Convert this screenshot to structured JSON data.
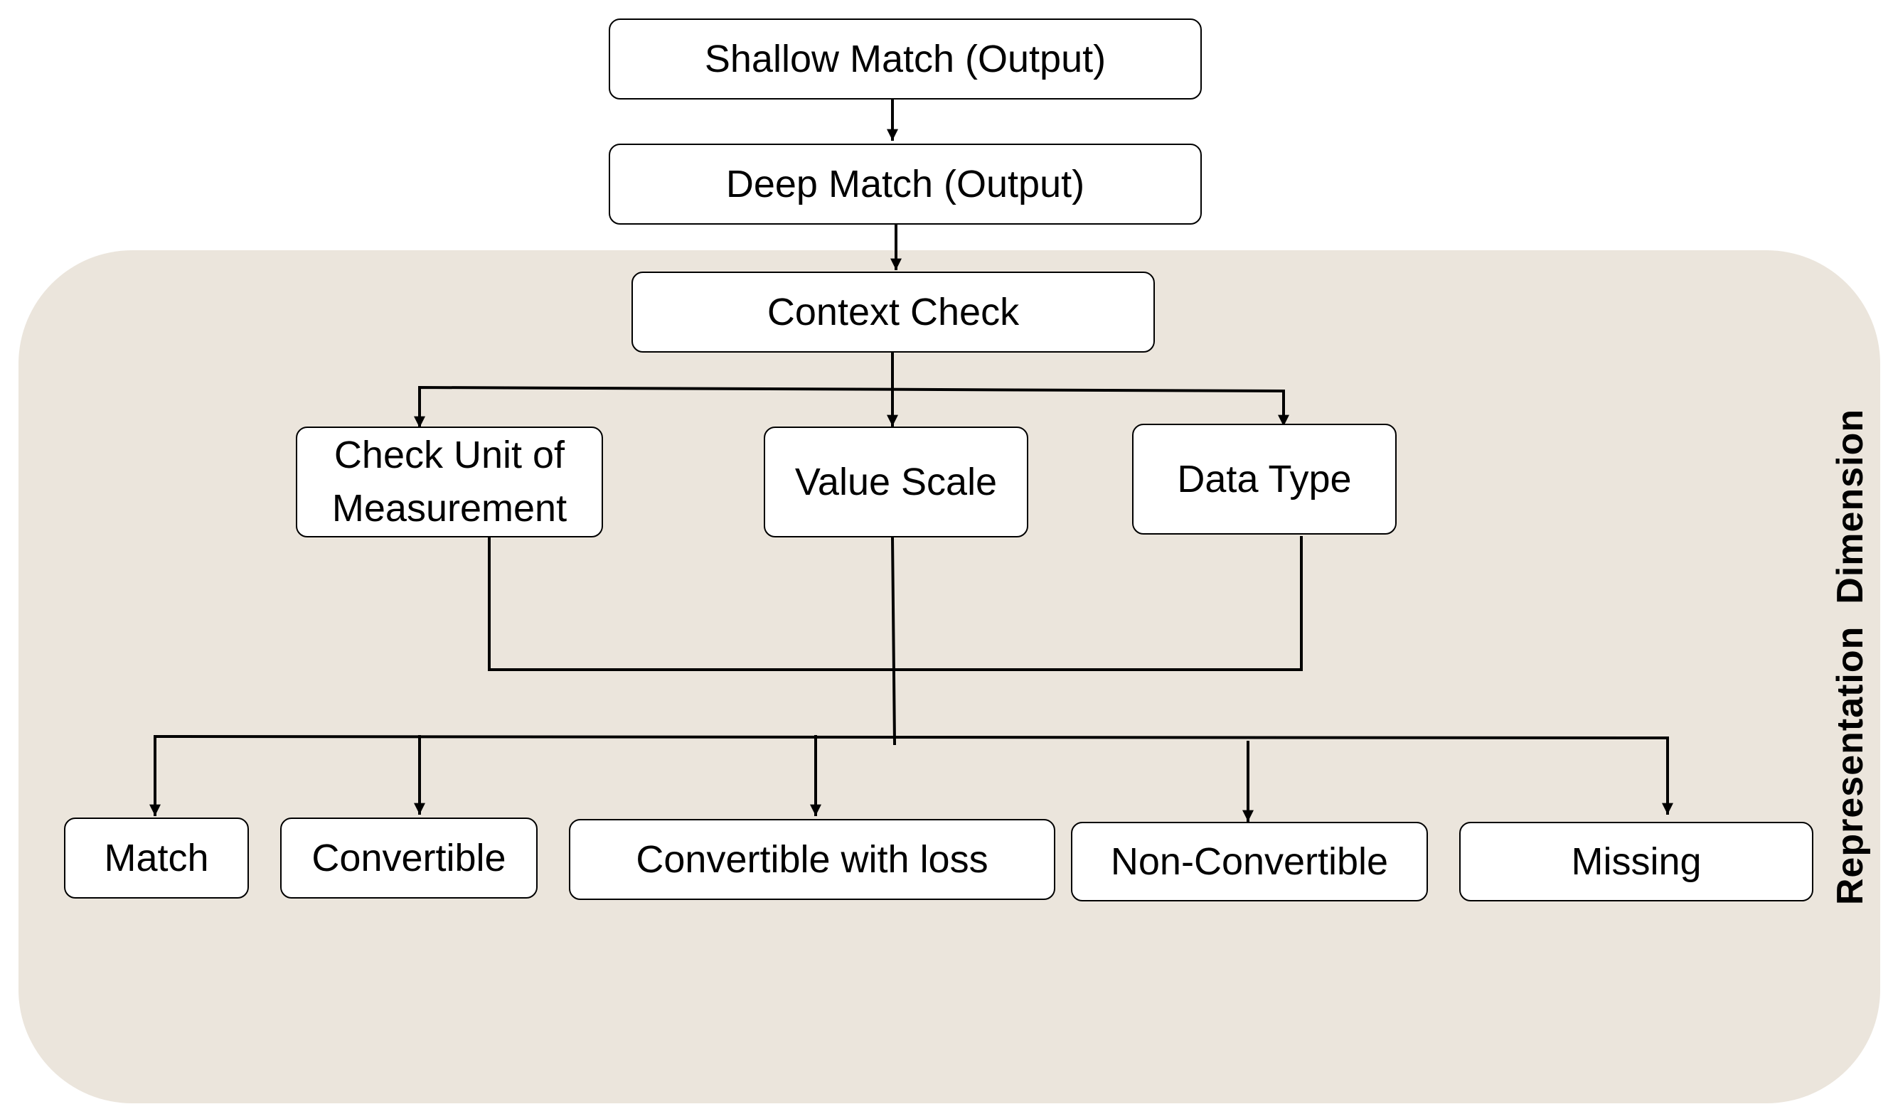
{
  "colors": {
    "panel_fill": "#ebe5dc",
    "box_fill": "#ffffff",
    "stroke": "#000000",
    "text": "#000000"
  },
  "nodes": {
    "shallow_match": "Shallow Match (Output)",
    "deep_match": "Deep Match (Output)",
    "context_check": "Context Check",
    "check_unit_line1": "Check Unit of",
    "check_unit_line2": "Measurement",
    "value_scale": "Value Scale",
    "data_type": "Data Type",
    "match": "Match",
    "convertible": "Convertible",
    "convertible_with_loss": "Convertible with loss",
    "non_convertible": "Non-Convertible",
    "missing": "Missing"
  },
  "side_label": "Representation  Dimension"
}
